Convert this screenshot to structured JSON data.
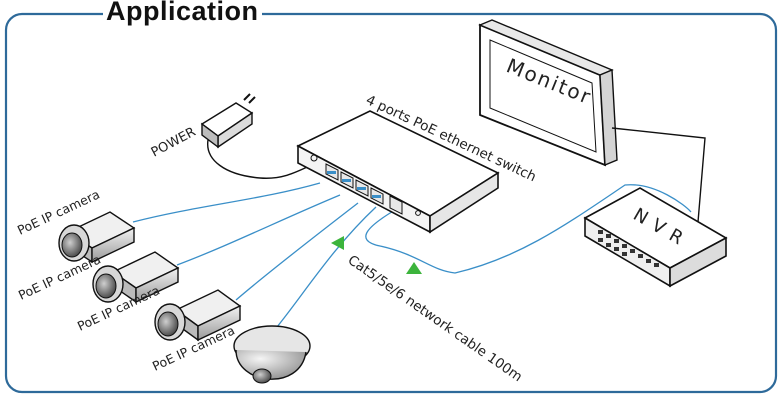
{
  "heading": "Application",
  "labels": {
    "power": "POWER",
    "switch": "4 ports PoE ethernet switch",
    "monitor": "Monitor",
    "nvr": "N V R",
    "cable": "Cat5/5e/6 network cable 100m",
    "camera_1": "PoE IP camera",
    "camera_2": "PoE IP camera",
    "camera_3": "PoE IP camera",
    "camera_4": "PoE IP camera"
  },
  "colors": {
    "frame": "#2e6a9a",
    "cable": "#3a8fc8",
    "arrow": "#3cb43c",
    "outline": "#111111"
  }
}
